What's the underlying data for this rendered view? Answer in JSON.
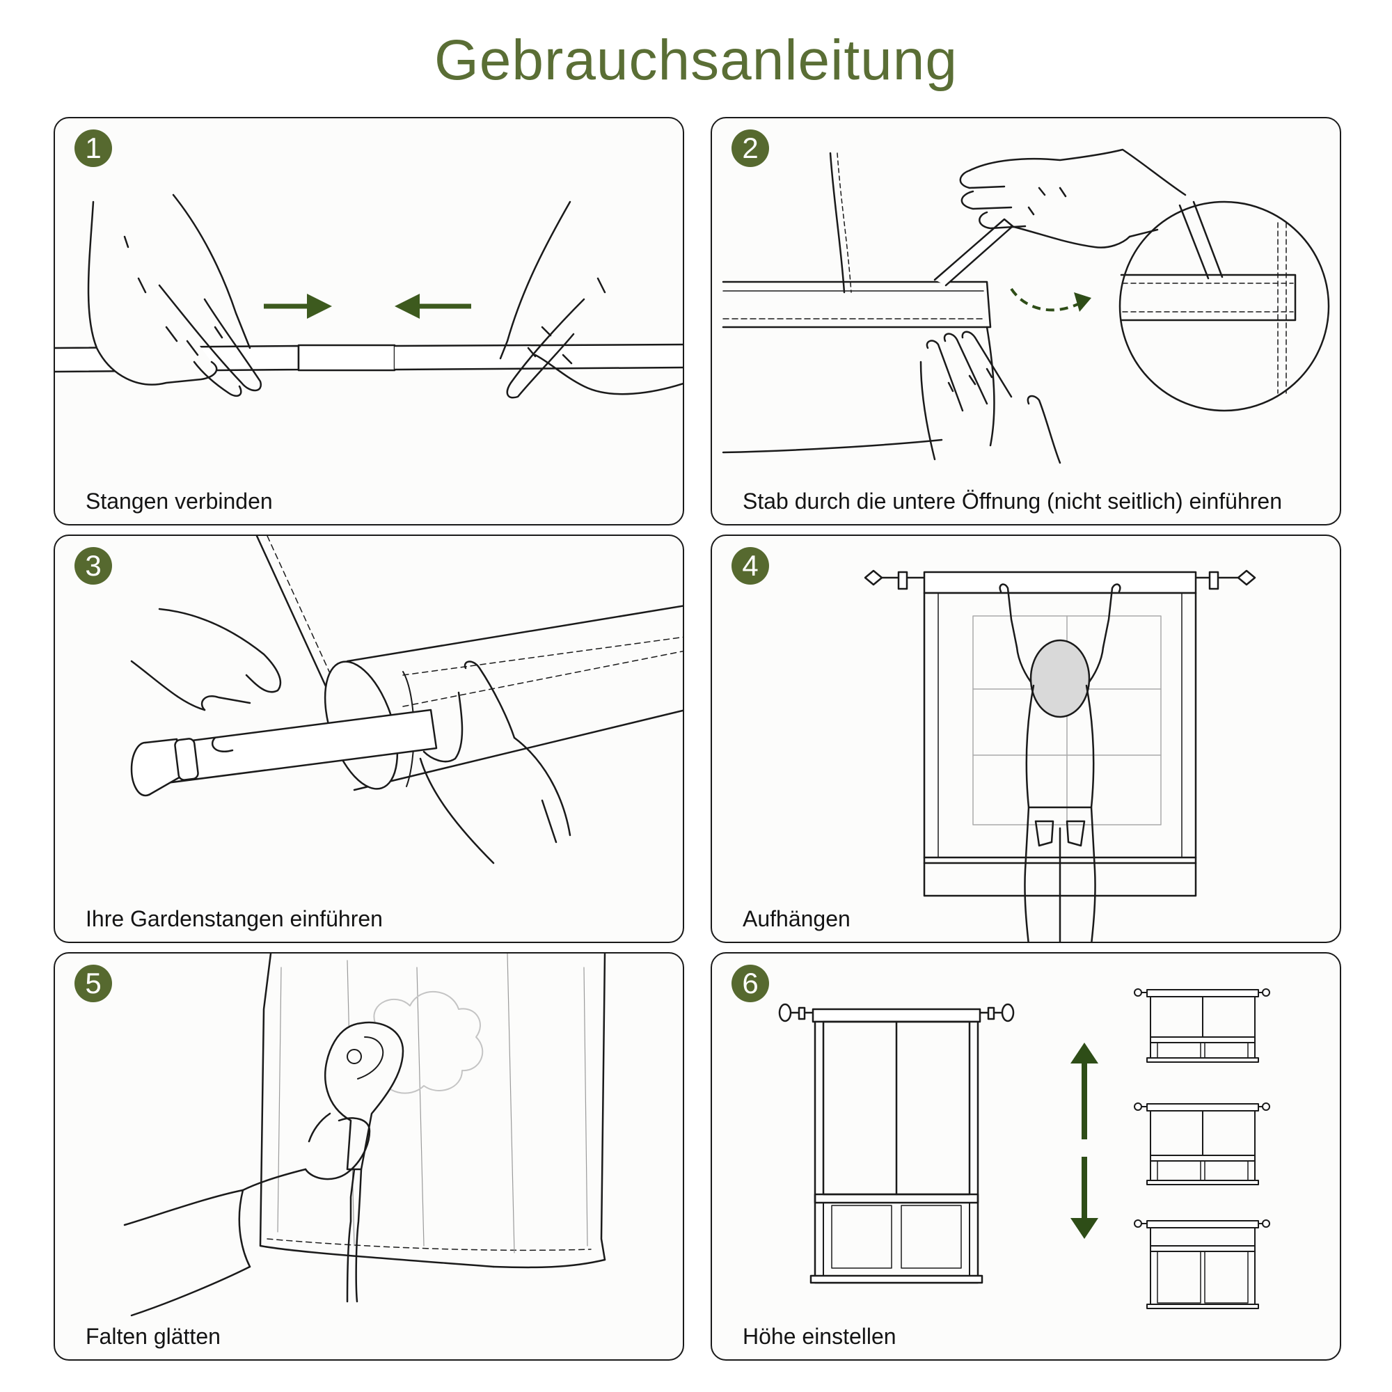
{
  "title": "Gebrauchsanleitung",
  "steps": [
    {
      "number": "1",
      "caption": "Stangen verbinden"
    },
    {
      "number": "2",
      "caption": "Stab durch die untere Öffnung  (nicht seitlich) einführen"
    },
    {
      "number": "3",
      "caption": "Ihre Gardenstangen einführen"
    },
    {
      "number": "4",
      "caption": "Aufhängen"
    },
    {
      "number": "5",
      "caption": "Falten glätten"
    },
    {
      "number": "6",
      "caption": "Höhe einstellen"
    }
  ],
  "colors": {
    "title": "#5a6e35",
    "badge": "#56692f",
    "arrow": "#3d5a1e",
    "line": "#1a1a1a"
  },
  "icons": {
    "step1": [
      "hand-left-icon",
      "hand-right-icon",
      "arrow-right-icon",
      "arrow-left-icon"
    ],
    "step2": [
      "dashed-curved-arrow-icon",
      "magnifier-circle-icon"
    ],
    "step6": [
      "arrow-up-icon",
      "arrow-down-icon"
    ]
  }
}
